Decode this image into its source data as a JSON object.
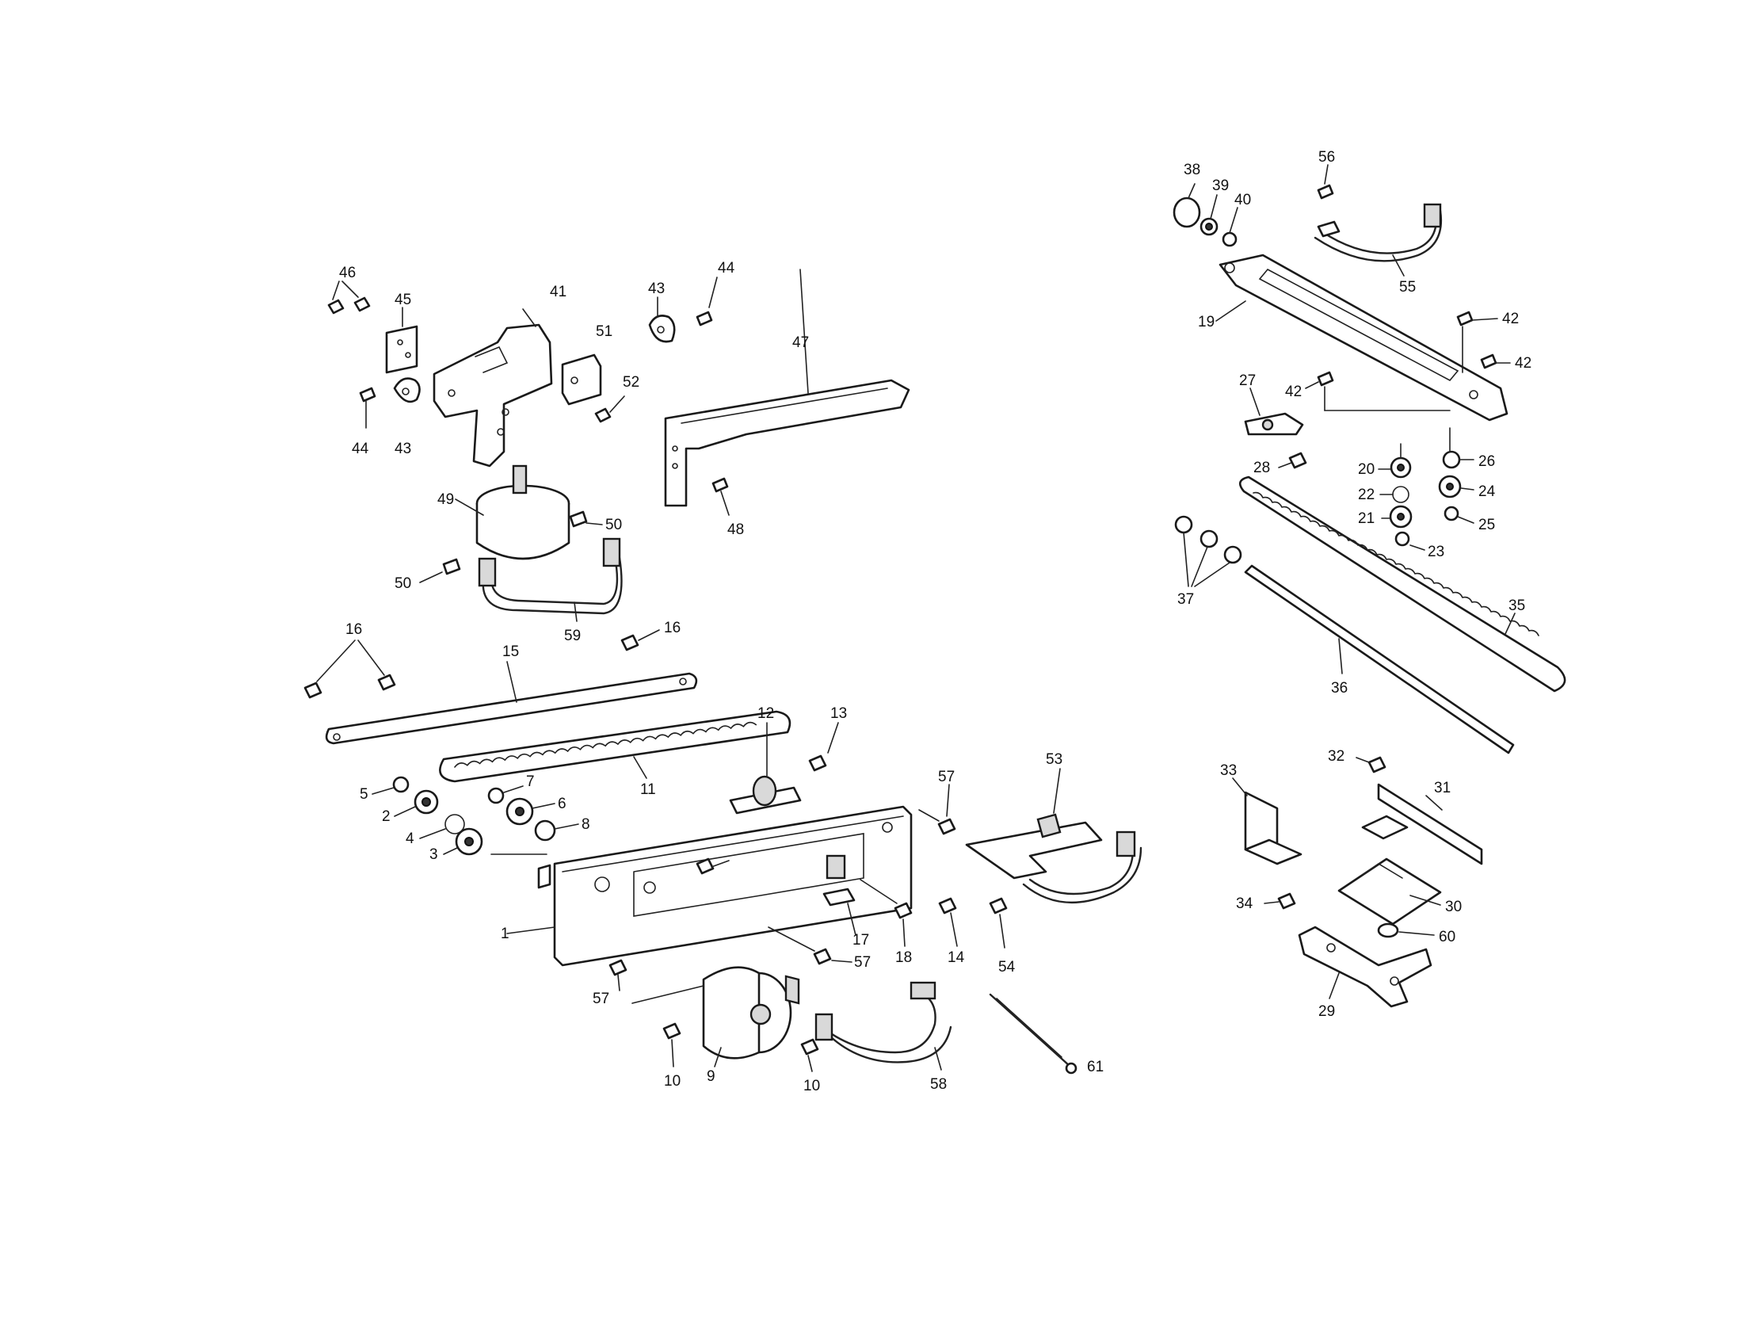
{
  "diagram": {
    "callouts": [
      {
        "id": "c1",
        "text": "1"
      },
      {
        "id": "c2",
        "text": "2"
      },
      {
        "id": "c3",
        "text": "3"
      },
      {
        "id": "c4",
        "text": "4"
      },
      {
        "id": "c5",
        "text": "5"
      },
      {
        "id": "c6",
        "text": "6"
      },
      {
        "id": "c7",
        "text": "7"
      },
      {
        "id": "c8",
        "text": "8"
      },
      {
        "id": "c9",
        "text": "9"
      },
      {
        "id": "c10a",
        "text": "10"
      },
      {
        "id": "c10b",
        "text": "10"
      },
      {
        "id": "c11",
        "text": "11"
      },
      {
        "id": "c12",
        "text": "12"
      },
      {
        "id": "c13",
        "text": "13"
      },
      {
        "id": "c14",
        "text": "14"
      },
      {
        "id": "c15",
        "text": "15"
      },
      {
        "id": "c16a",
        "text": "16"
      },
      {
        "id": "c16b",
        "text": "16"
      },
      {
        "id": "c17",
        "text": "17"
      },
      {
        "id": "c18",
        "text": "18"
      },
      {
        "id": "c19",
        "text": "19"
      },
      {
        "id": "c20",
        "text": "20"
      },
      {
        "id": "c21",
        "text": "21"
      },
      {
        "id": "c22",
        "text": "22"
      },
      {
        "id": "c23",
        "text": "23"
      },
      {
        "id": "c24",
        "text": "24"
      },
      {
        "id": "c25",
        "text": "25"
      },
      {
        "id": "c26",
        "text": "26"
      },
      {
        "id": "c27",
        "text": "27"
      },
      {
        "id": "c28",
        "text": "28"
      },
      {
        "id": "c29",
        "text": "29"
      },
      {
        "id": "c30",
        "text": "30"
      },
      {
        "id": "c31",
        "text": "31"
      },
      {
        "id": "c32",
        "text": "32"
      },
      {
        "id": "c33",
        "text": "33"
      },
      {
        "id": "c34",
        "text": "34"
      },
      {
        "id": "c35",
        "text": "35"
      },
      {
        "id": "c36",
        "text": "36"
      },
      {
        "id": "c37",
        "text": "37"
      },
      {
        "id": "c38",
        "text": "38"
      },
      {
        "id": "c39",
        "text": "39"
      },
      {
        "id": "c40",
        "text": "40"
      },
      {
        "id": "c41",
        "text": "41"
      },
      {
        "id": "c42a",
        "text": "42"
      },
      {
        "id": "c42b",
        "text": "42"
      },
      {
        "id": "c42c",
        "text": "42"
      },
      {
        "id": "c43a",
        "text": "43"
      },
      {
        "id": "c43b",
        "text": "43"
      },
      {
        "id": "c44a",
        "text": "44"
      },
      {
        "id": "c44b",
        "text": "44"
      },
      {
        "id": "c45",
        "text": "45"
      },
      {
        "id": "c46",
        "text": "46"
      },
      {
        "id": "c47",
        "text": "47"
      },
      {
        "id": "c48",
        "text": "48"
      },
      {
        "id": "c49",
        "text": "49"
      },
      {
        "id": "c50a",
        "text": "50"
      },
      {
        "id": "c50b",
        "text": "50"
      },
      {
        "id": "c51",
        "text": "51"
      },
      {
        "id": "c52",
        "text": "52"
      },
      {
        "id": "c53",
        "text": "53"
      },
      {
        "id": "c54",
        "text": "54"
      },
      {
        "id": "c55",
        "text": "55"
      },
      {
        "id": "c56",
        "text": "56"
      },
      {
        "id": "c57a",
        "text": "57"
      },
      {
        "id": "c57b",
        "text": "57"
      },
      {
        "id": "c57c",
        "text": "57"
      },
      {
        "id": "c58",
        "text": "58"
      },
      {
        "id": "c59",
        "text": "59"
      },
      {
        "id": "c60",
        "text": "60"
      },
      {
        "id": "c61",
        "text": "61"
      }
    ]
  }
}
